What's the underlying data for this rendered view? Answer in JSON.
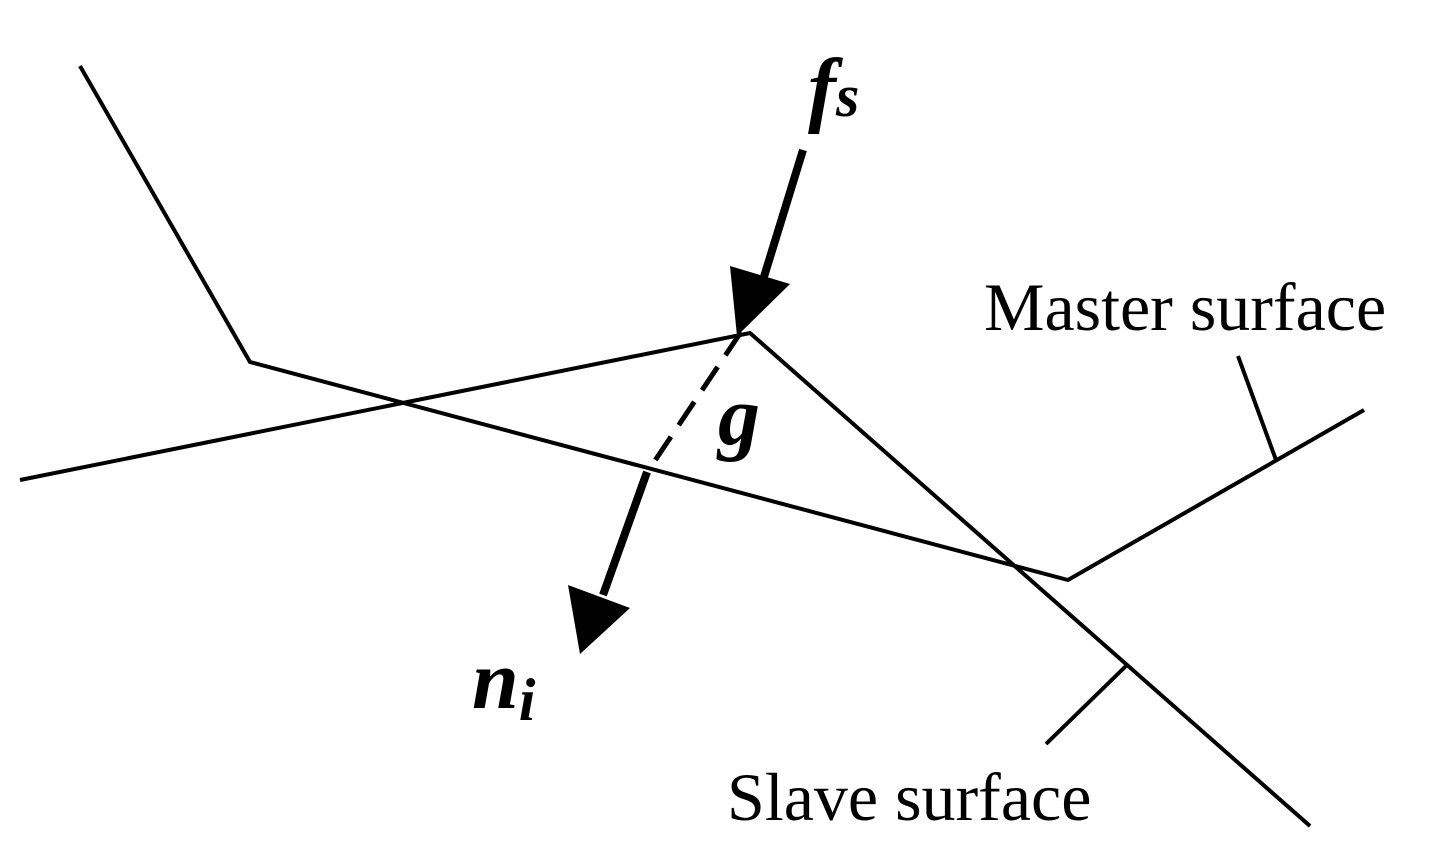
{
  "labels": {
    "master": "Master surface",
    "slave": "Slave surface",
    "force_symbol": "f",
    "force_subscript": "s",
    "normal_symbol": "n",
    "normal_subscript": "i",
    "gap": "g"
  },
  "icons": {
    "force_arrow": "arrow-down-left-icon",
    "normal_arrow": "arrow-down-left-icon"
  },
  "colors": {
    "line": "#000000",
    "background": "#ffffff"
  }
}
